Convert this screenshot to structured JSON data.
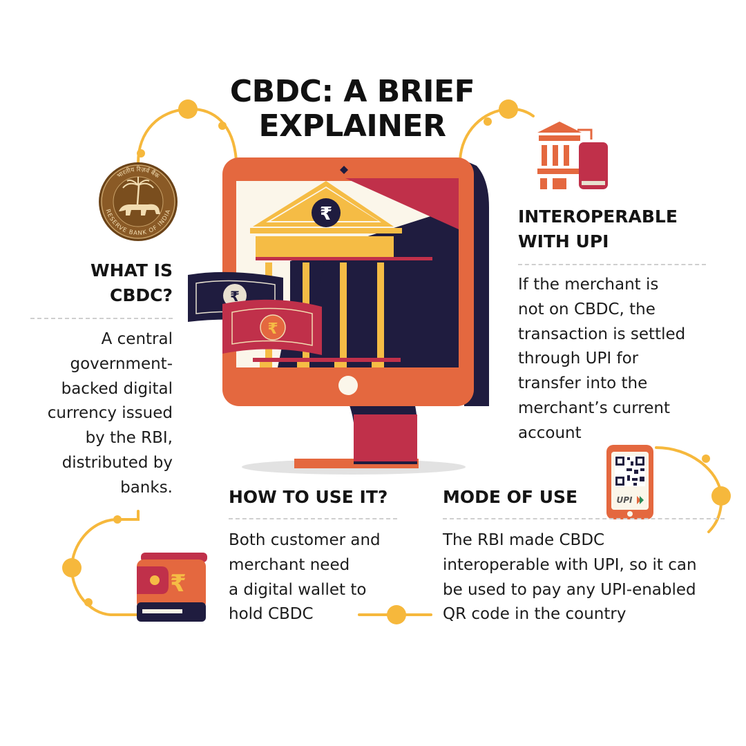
{
  "title": {
    "line1": "CBDC: A BRIEF",
    "line2": "EXPLAINER"
  },
  "sections": {
    "what_is": {
      "heading": [
        "WHAT IS",
        "CBDC?"
      ],
      "body": [
        "A central",
        "government-",
        "backed digital",
        "currency issued",
        "by the RBI,",
        "distributed by",
        "banks."
      ]
    },
    "interoperable": {
      "heading": [
        "INTEROPERABLE",
        "WITH UPI"
      ],
      "body": [
        "If the merchant is",
        "not on CBDC, the",
        "transaction is settled",
        "through UPI for",
        "transfer into the",
        "merchant’s current",
        "account"
      ]
    },
    "how_to_use": {
      "heading": [
        "HOW TO USE IT?"
      ],
      "body": [
        "Both customer and",
        "merchant need",
        "a digital wallet to",
        "hold CBDC"
      ]
    },
    "mode_of_use": {
      "heading": [
        "MODE OF USE"
      ],
      "body": [
        "The RBI made CBDC",
        "interoperable with UPI, so it can",
        "be used to pay any UPI-enabled",
        "QR code in the country"
      ]
    }
  },
  "seal": {
    "top_text": "भारतीय रिज़र्व बैंक",
    "bottom_text": "RESERVE BANK OF INDIA"
  },
  "icons": {
    "rupee_symbol": "₹",
    "upi_label": "UPI",
    "names": [
      "rbi-seal-icon",
      "bank-with-phone-icon",
      "monitor-bank-illustration",
      "banknote-icon",
      "wallet-icon",
      "phone-qr-upi-icon"
    ]
  },
  "colors": {
    "orange": "#e4683f",
    "navy": "#1f1c3f",
    "crimson": "#c0304a",
    "yellow": "#f5bc45",
    "cream": "#fbf6ea",
    "connector": "#f6b83c",
    "seal": "#7a4e1e"
  }
}
